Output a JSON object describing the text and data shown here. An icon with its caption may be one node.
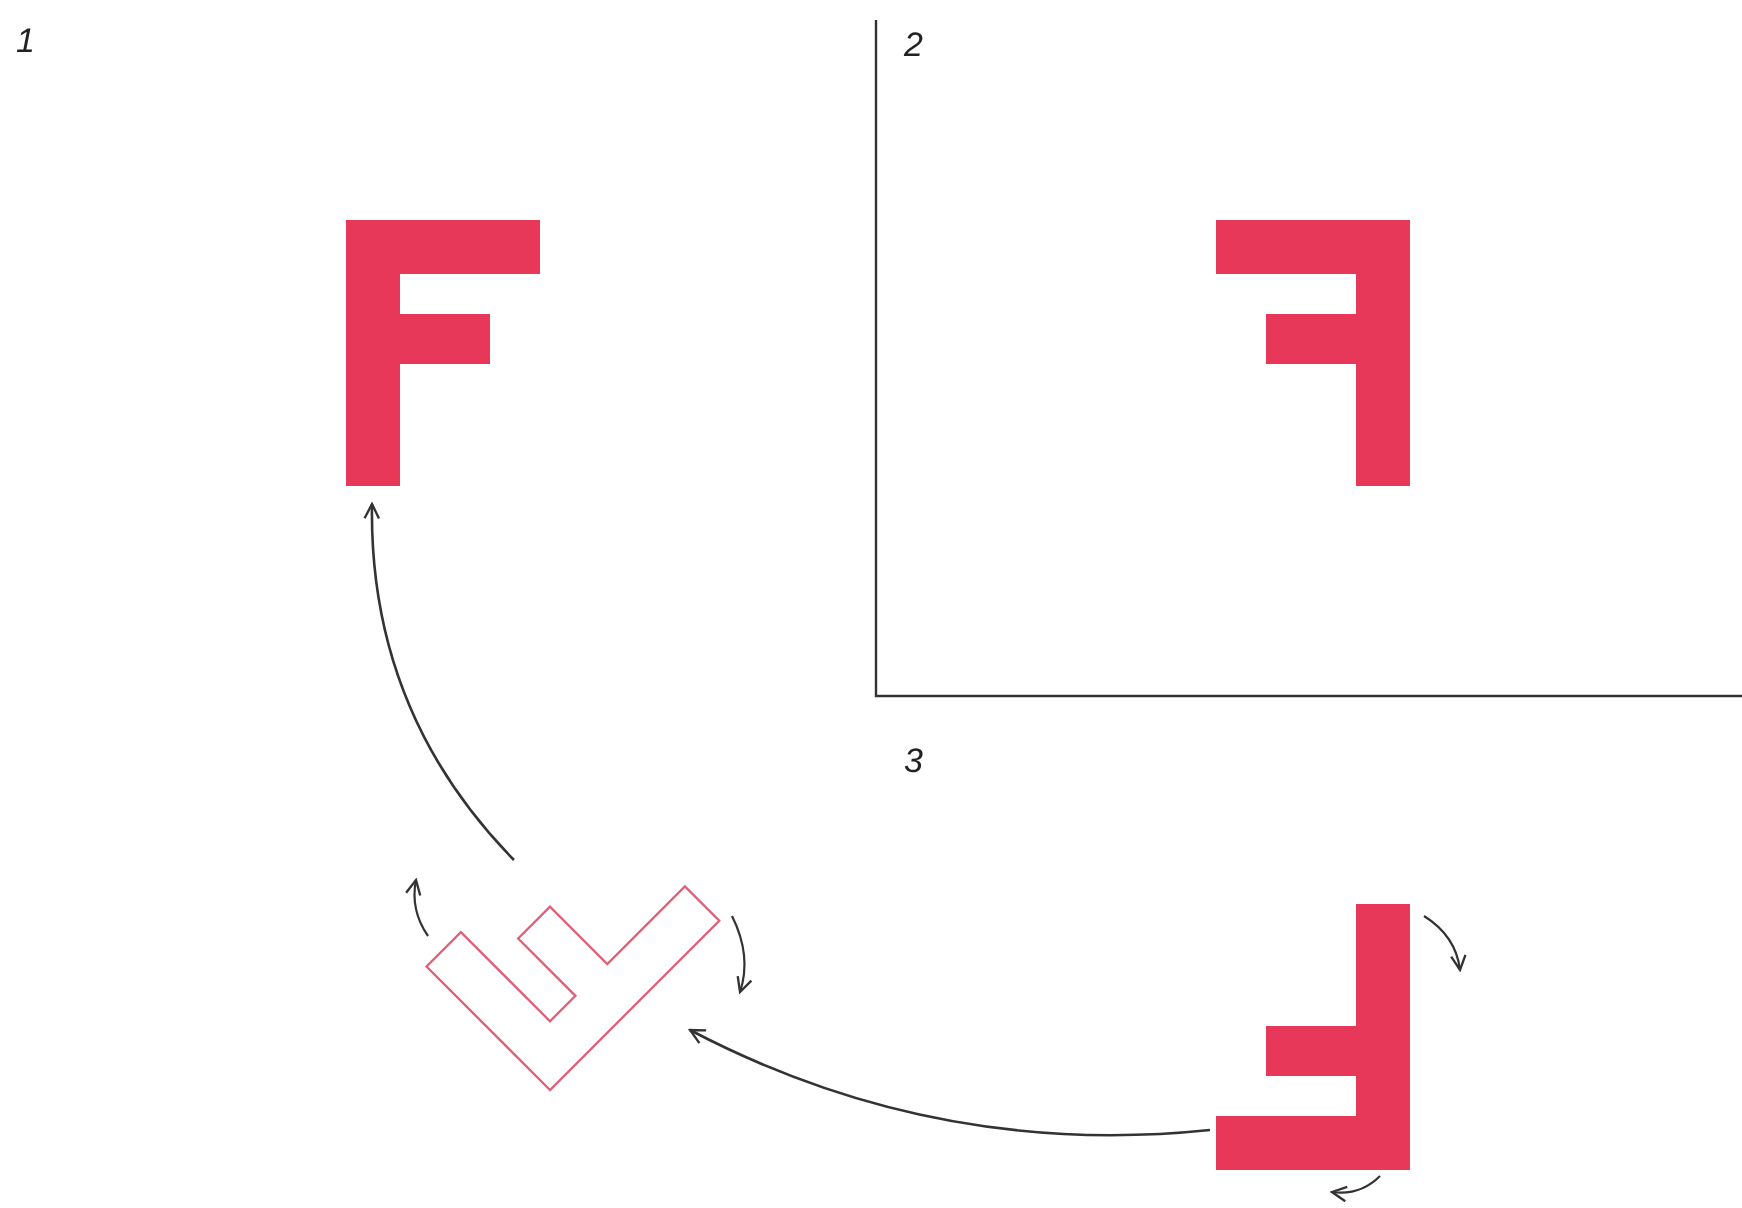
{
  "diagram": {
    "nodes": [
      {
        "text": [],
        "shape": "picture"
      },
      {
        "text": [],
        "shape": "picture"
      },
      {
        "text": [],
        "shape": "picture"
      },
      {
        "text": [],
        "shape": "picture"
      }
    ],
    "edges": [
      {
        "from": 2,
        "to": 0,
        "arrow": "to"
      },
      {
        "from": 3,
        "to": 2,
        "arrow": "to"
      }
    ],
    "labels": [
      "1",
      "2",
      "3"
    ]
  }
}
